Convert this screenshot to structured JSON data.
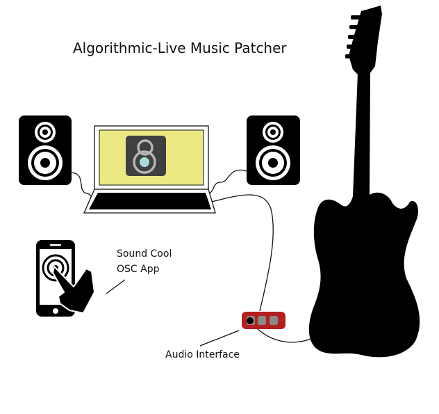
{
  "title": "Algorithmic-Live Music Patcher",
  "labels": {
    "app_line1": "Sound Cool",
    "app_line2": "OSC App",
    "audio_interface": "Audio Interface"
  },
  "colors": {
    "screen": "#ece983",
    "app_icon_bg": "#404040",
    "app_icon_ring": "#b5b5b5",
    "app_icon_dot": "#a8dcdc",
    "interface": "#b3201f",
    "interface_knob": "#8a8a8a"
  }
}
